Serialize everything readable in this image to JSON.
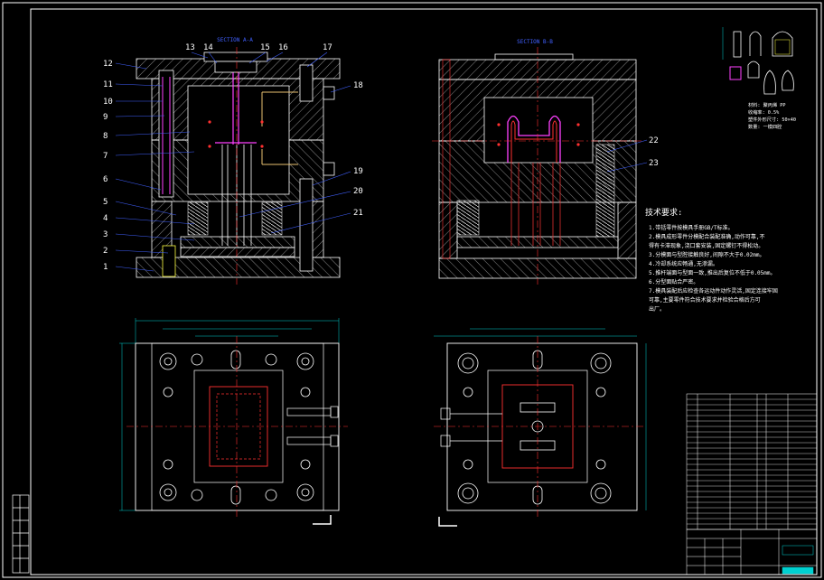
{
  "section_titles": [
    "SECTION A-A",
    "SECTION B-B"
  ],
  "part_numbers_left": [
    "12",
    "11",
    "10",
    "9",
    "8",
    "7",
    "6",
    "5",
    "4",
    "3",
    "2",
    "1"
  ],
  "part_numbers_top": [
    "13",
    "14",
    "15",
    "16",
    "17"
  ],
  "part_numbers_right": [
    "18",
    "19",
    "20",
    "21"
  ],
  "part_numbers_mid": [
    "22",
    "23"
  ],
  "tech_title": "技术要求:",
  "tech_lines": [
    "1.带括零件按模具手册GB/T标准。",
    "2.模具成形零件分模配合装配准确,动作可靠,不",
    "  得有卡滞现象,浇口套安装,固定螺钉不得松动。",
    "3.分模面与型腔接触良好,间隙不大于0.02mm。",
    "4.冷却系统应畅通,无渗漏。",
    "5.推杆端面与型面一致,推出后复位不低于0.05mm。",
    "6.分型面贴合严密。",
    "7.模具装配后应检查各运动件动作灵活,固定连接牢固",
    "  可靠,主要零件符合技术要求并检验合格后方可",
    "  出厂。"
  ],
  "part_info": [
    "材料: 聚丙烯 PP",
    "收缩率: 0.5%",
    "塑件外形尺寸: 50×40",
    "数量: 一模四腔"
  ],
  "colors": {
    "background": "#000000",
    "outline": "#ffffff",
    "hatch": "#9a9a9a",
    "dimension": "#00d0d0",
    "part_red": "#e03030",
    "part_magenta": "#ff40ff",
    "label_blue": "#4060ff",
    "centerline": "#ff3030",
    "yellow": "#ffff40"
  }
}
